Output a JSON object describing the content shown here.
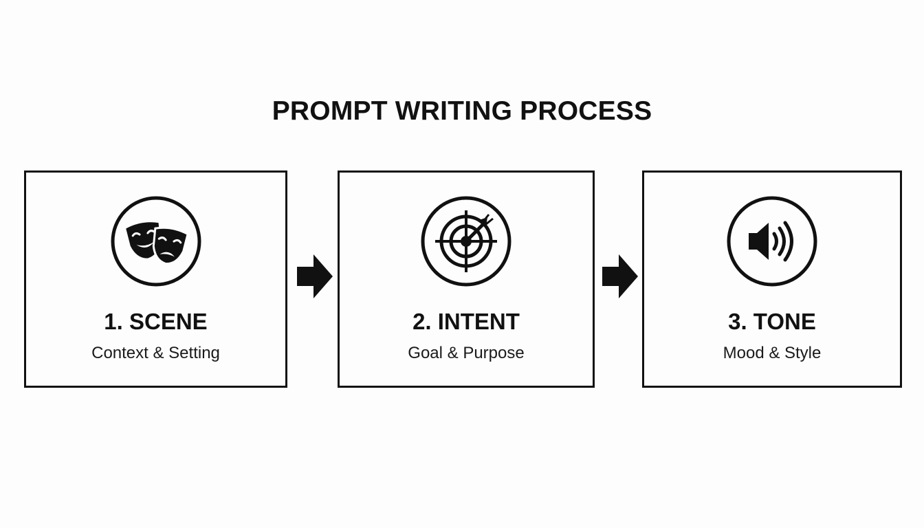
{
  "title": "PROMPT WRITING PROCESS",
  "steps": [
    {
      "title": "1. SCENE",
      "subtitle": "Context & Setting",
      "icon": "theater-masks-icon"
    },
    {
      "title": "2. INTENT",
      "subtitle": "Goal & Purpose",
      "icon": "target-icon"
    },
    {
      "title": "3. TONE",
      "subtitle": "Mood & Style",
      "icon": "speaker-icon"
    }
  ],
  "colors": {
    "ink": "#111111",
    "background": "#fdfdfd"
  }
}
